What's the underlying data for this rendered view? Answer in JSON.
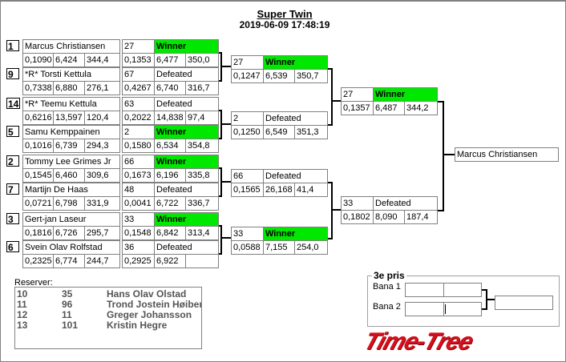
{
  "header": {
    "title": "Super Twin",
    "timestamp": "2019-06-09 17:48:19"
  },
  "colors": {
    "winner": "#00e800",
    "logo": "#d4101e"
  },
  "round1": [
    {
      "seed": "1",
      "name": "Marcus Christiansen",
      "rt": "0,1090",
      "et": "6,424",
      "speed": "344,4",
      "car": "27",
      "result": "Winner",
      "rt2": "0,1353",
      "et2": "6,477",
      "speed2": "350,0"
    },
    {
      "seed": "9",
      "name": "*R* Torsti Kettula",
      "rt": "0,7338",
      "et": "6,880",
      "speed": "276,1",
      "car": "67",
      "result": "Defeated",
      "rt2": "0,4267",
      "et2": "6,740",
      "speed2": "316,7"
    },
    {
      "seed": "14",
      "name": "*R* Teemu Kettula",
      "rt": "0,6216",
      "et": "13,597",
      "speed": "120,4",
      "car": "63",
      "result": "Defeated",
      "rt2": "0,2022",
      "et2": "14,838",
      "speed2": "97,4"
    },
    {
      "seed": "5",
      "name": "Samu Kemppainen",
      "rt": "0,1016",
      "et": "6,739",
      "speed": "294,3",
      "car": "2",
      "result": "Winner",
      "rt2": "0,1580",
      "et2": "6,534",
      "speed2": "354,8"
    },
    {
      "seed": "2",
      "name": "Tommy Lee  Grimes Jr",
      "rt": "0,1545",
      "et": "6,460",
      "speed": "309,6",
      "car": "66",
      "result": "Winner",
      "rt2": "0,1673",
      "et2": "6,196",
      "speed2": "335,8"
    },
    {
      "seed": "7",
      "name": "Martijn De Haas",
      "rt": "0,0721",
      "et": "6,798",
      "speed": "331,9",
      "car": "48",
      "result": "Defeated",
      "rt2": "0,0041",
      "et2": "6,722",
      "speed2": "336,7"
    },
    {
      "seed": "3",
      "name": "Gert-jan Laseur",
      "rt": "0,1816",
      "et": "6,726",
      "speed": "295,7",
      "car": "33",
      "result": "Winner",
      "rt2": "0,1548",
      "et2": "6,842",
      "speed2": "313,4"
    },
    {
      "seed": "6",
      "name": "Svein Olav Rolfstad",
      "rt": "0,2325",
      "et": "6,774",
      "speed": "244,7",
      "car": "36",
      "result": "Defeated",
      "rt2": "0,2925",
      "et2": "6,922",
      "speed2": ""
    }
  ],
  "quarter": [
    {
      "car": "27",
      "result": "Winner",
      "rt": "0,1247",
      "et": "6,539",
      "speed": "350,7"
    },
    {
      "car": "2",
      "result": "Defeated",
      "rt": "0,1250",
      "et": "6,549",
      "speed": "351,3"
    },
    {
      "car": "66",
      "result": "Defeated",
      "rt": "0,1565",
      "et": "26,168",
      "speed": "41,4"
    },
    {
      "car": "33",
      "result": "Winner",
      "rt": "0,0588",
      "et": "7,155",
      "speed": "254,0"
    }
  ],
  "semi": [
    {
      "car": "27",
      "result": "Winner",
      "rt": "0,1357",
      "et": "6,487",
      "speed": "344,2"
    },
    {
      "car": "33",
      "result": "Defeated",
      "rt": "0,1802",
      "et": "8,090",
      "speed": "187,4"
    }
  ],
  "champion": "Marcus Christiansen",
  "reserves": {
    "label": "Reserver:",
    "rows": [
      {
        "pos": "10",
        "car": "35",
        "name": "Hans Olav Olstad"
      },
      {
        "pos": "11",
        "car": "96",
        "name": "Trond Jostein Høiberg"
      },
      {
        "pos": "12",
        "car": "11",
        "name": "Greger Johansson"
      },
      {
        "pos": "13",
        "car": "101",
        "name": "Kristin Hegre"
      }
    ]
  },
  "third_place": {
    "title": "3e pris",
    "lane1": "Bana 1",
    "lane2": "Bana 2"
  },
  "logo": "Time-Tree"
}
